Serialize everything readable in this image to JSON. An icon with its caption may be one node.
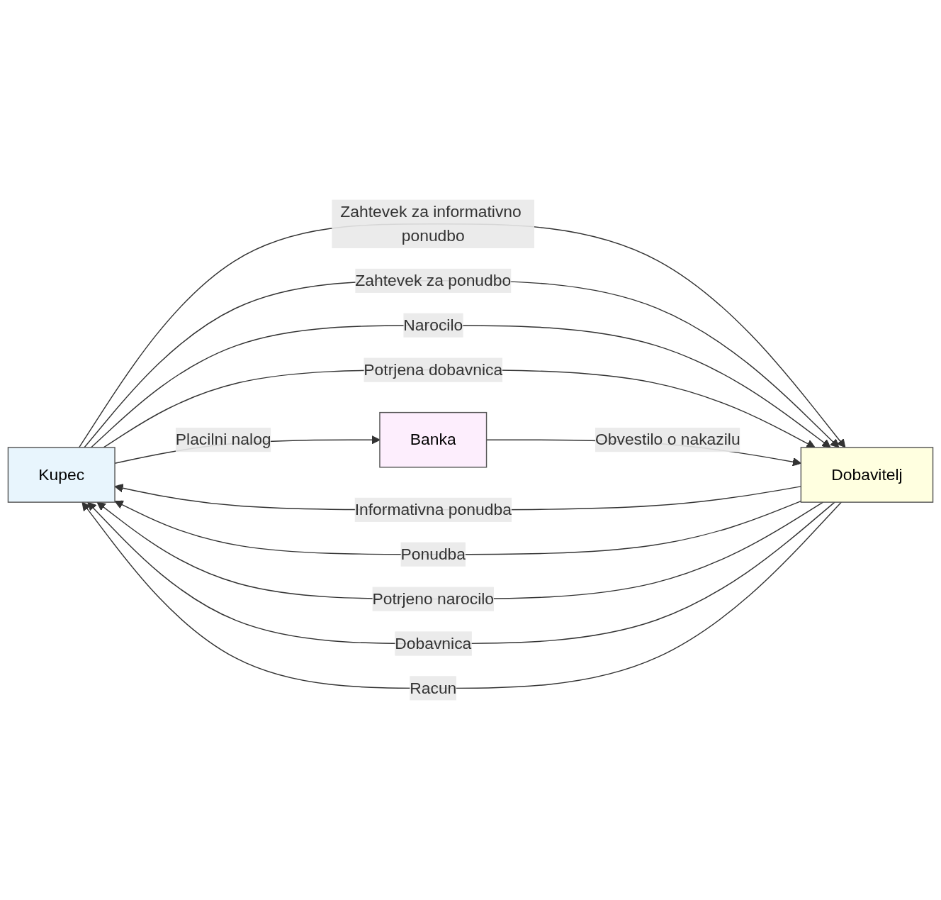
{
  "diagram": {
    "nodes": [
      {
        "text": [
          "Kupec"
        ]
      },
      {
        "text": [
          "Dobavitelj"
        ]
      },
      {
        "text": [
          "Banka"
        ]
      }
    ],
    "edges": [
      {
        "from": 0,
        "to": 1,
        "arrow": "to",
        "label": "Zahtevek za informativno ponudbo"
      },
      {
        "from": 1,
        "to": 0,
        "arrow": "to",
        "label": "Informativna ponudba"
      },
      {
        "from": 0,
        "to": 1,
        "arrow": "to",
        "label": "Zahtevek za ponudbo"
      },
      {
        "from": 1,
        "to": 0,
        "arrow": "to",
        "label": "Ponudba"
      },
      {
        "from": 0,
        "to": 1,
        "arrow": "to",
        "label": "Narocilo"
      },
      {
        "from": 1,
        "to": 0,
        "arrow": "to",
        "label": "Potrjeno narocilo"
      },
      {
        "from": 1,
        "to": 0,
        "arrow": "to",
        "label": "Dobavnica"
      },
      {
        "from": 0,
        "to": 1,
        "arrow": "to",
        "label": "Potrjena dobavnica"
      },
      {
        "from": 1,
        "to": 0,
        "arrow": "to",
        "label": "Racun"
      },
      {
        "from": 0,
        "to": 2,
        "arrow": "to",
        "label": "Placilni nalog"
      },
      {
        "from": 2,
        "to": 1,
        "arrow": "to",
        "label": "Obvestilo o nakazilu"
      }
    ]
  }
}
